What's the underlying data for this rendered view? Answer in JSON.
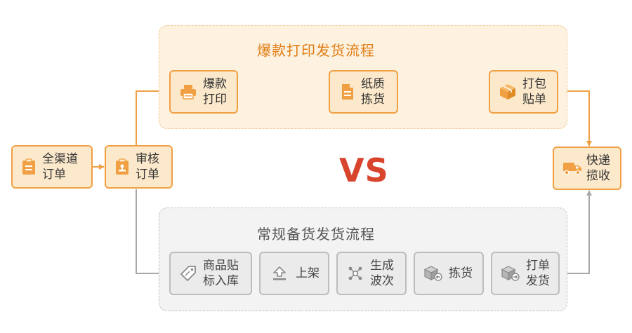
{
  "vs_label": "VS",
  "panels": {
    "top_title": "爆款打印发货流程",
    "bottom_title": "常规备货发货流程"
  },
  "nodes": {
    "all_channel_order": "全渠道订单",
    "review_order": "审核订单",
    "hot_print": "爆款打印",
    "paper_pick": "纸质拣货",
    "pack_label": "打包贴单",
    "courier_pickup": "快递揽收",
    "goods_label_store": "商品贴标入库",
    "shelve": "上架",
    "gen_wave": "生成波次",
    "pick_goods": "拣货",
    "print_ship": "打单发货"
  },
  "colors": {
    "accent_orange": "#f0a043",
    "title_orange": "#e17d14",
    "vs_red": "#d8442c",
    "grey_line": "#a8a8a8"
  },
  "icons": {
    "all_channel_order": "clipboard-icon",
    "review_order": "stamp-icon",
    "hot_print": "printer-icon",
    "paper_pick": "document-icon",
    "pack_label": "box-icon",
    "courier_pickup": "truck-icon",
    "goods_label_store": "tag-icon",
    "shelve": "upload-icon",
    "gen_wave": "network-icon",
    "pick_goods": "box-in-icon",
    "print_ship": "box-out-icon"
  }
}
